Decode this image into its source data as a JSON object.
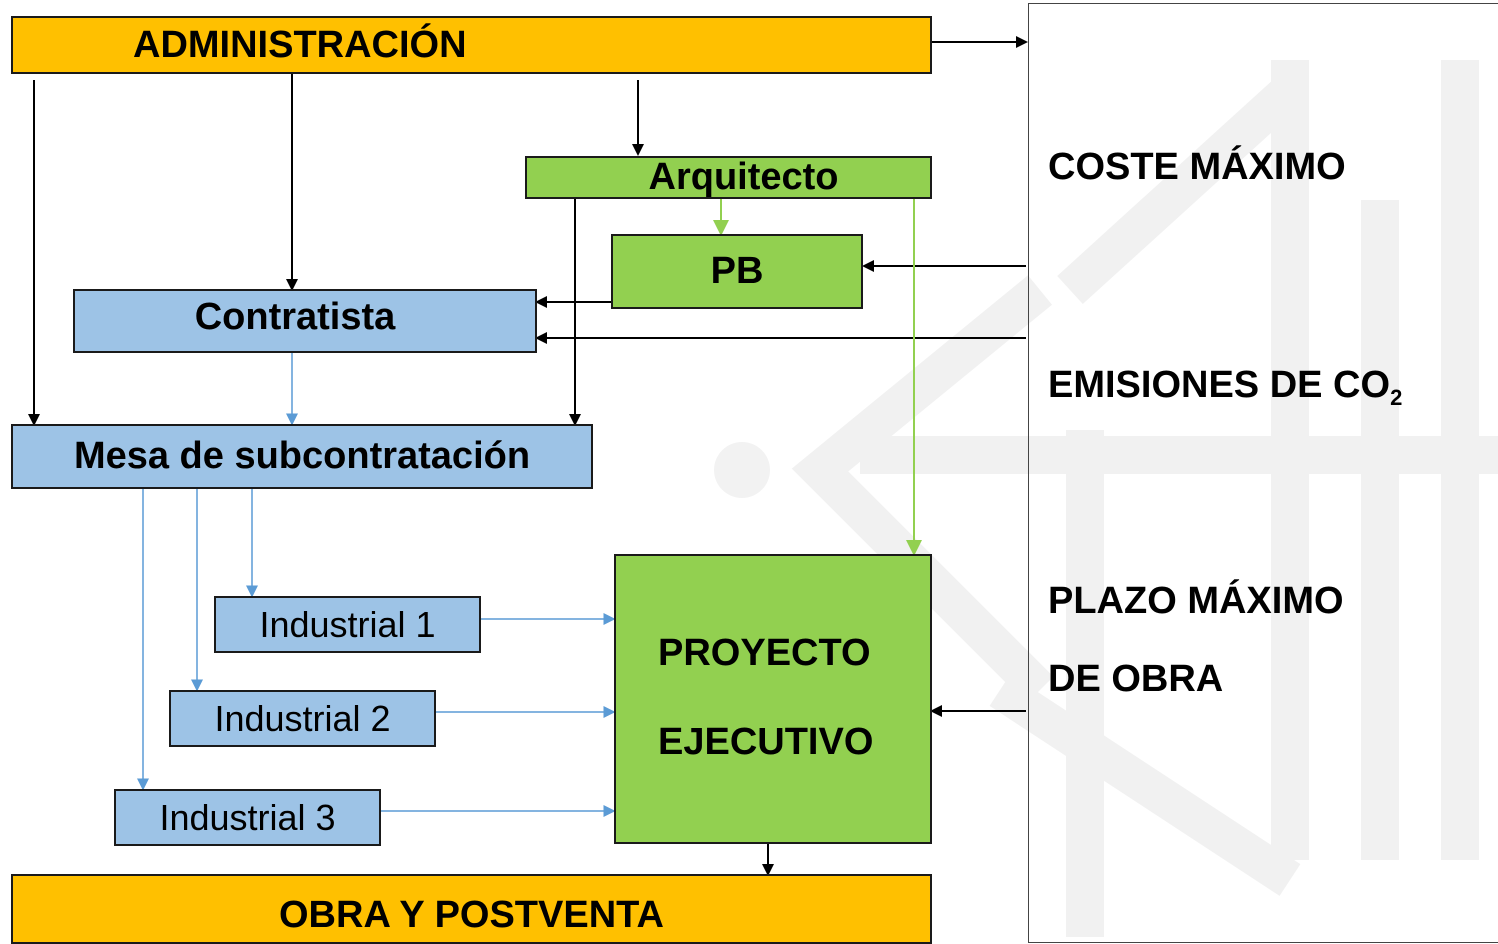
{
  "boxes": {
    "administracion": "ADMINISTRACIÓN",
    "arquitecto": "Arquitecto",
    "pb": "PB",
    "contratista": "Contratista",
    "mesa": "Mesa de subcontratación",
    "industrial_1": "Industrial 1",
    "industrial_2": "Industrial 2",
    "industrial_3": "Industrial 3",
    "proyecto_line1": "PROYECTO",
    "proyecto_line2": "EJECUTIVO",
    "obra": "OBRA Y POSTVENTA"
  },
  "constraints": {
    "coste": "COSTE MÁXIMO",
    "emisiones": "EMISIONES DE CO",
    "emisiones_sub": "2",
    "plazo_line1": "PLAZO MÁXIMO",
    "plazo_line2": "DE OBRA"
  },
  "colors": {
    "orange": "#ffc000",
    "green": "#92d050",
    "blue": "#9dc3e6",
    "black_arrow": "#000000",
    "blue_arrow": "#5b9bd5",
    "green_arrow": "#92d050"
  }
}
